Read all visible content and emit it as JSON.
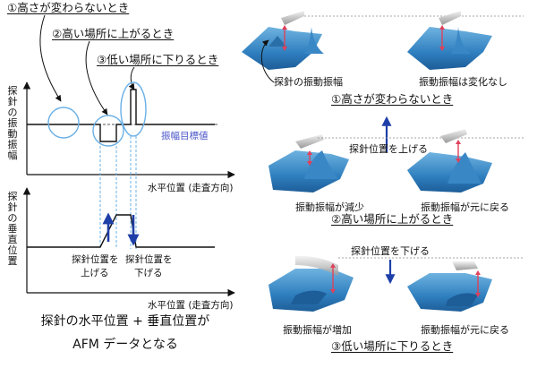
{
  "headings": {
    "h1": "①高さが変わらないとき",
    "h2": "②高い場所に上がるとき",
    "h3": "③低い場所に下りるとき"
  },
  "left_top": {
    "ylabel_chars": [
      "探",
      "針",
      "の",
      "振",
      "動",
      "振",
      "幅"
    ],
    "target_label": "振幅目標値",
    "xlabel": "水平位置 (走査方向)"
  },
  "left_bottom": {
    "ylabel_chars": [
      "探",
      "針",
      "の",
      "垂",
      "直",
      "位",
      "置"
    ],
    "raise_label_line1": "探針位置を",
    "raise_label_line2": "上げる",
    "lower_label_line1": "探針位置を",
    "lower_label_line2": "下げる",
    "xlabel": "水平位置 (走査方向)"
  },
  "summary_line1": "探針の水平位置 + 垂直位置が",
  "summary_line2": "AFM データとなる",
  "right": {
    "probe_amplitude_label": "探針の振動振幅",
    "no_change_label": "振動振幅は変化なし",
    "scenario1_title": "①高さが変わらないとき",
    "raise_probe": "探針位置を上げる",
    "reduced_label": "振動振幅が減少",
    "restored_label_2": "振動振幅が元に戻る",
    "scenario2_title": "②高い場所に上がるとき",
    "lower_probe": "探針位置を下げる",
    "increased_label": "振動振幅が増加",
    "restored_label_3": "振動振幅が元に戻る",
    "scenario3_title": "③低い場所に下りるとき"
  },
  "colors": {
    "accent_blue": "#1e3fa8",
    "arrow_red": "#e0405a",
    "circle_blue": "#6ab0e6",
    "target_text": "#4a56c8",
    "surface_blue": "#2f7fbf"
  }
}
